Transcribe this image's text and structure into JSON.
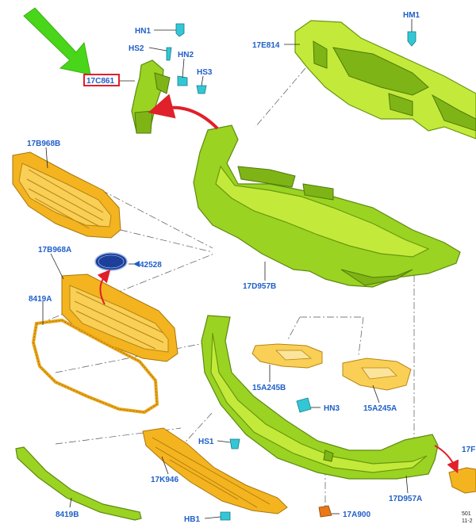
{
  "labels": {
    "hn1": "HN1",
    "hs2": "HS2",
    "hn2": "HN2",
    "hs3": "HS3",
    "hm1": "HM1",
    "p17e814": "17E814",
    "p17c861": "17C861",
    "p17b968b": "17B968B",
    "p17b968a": "17B968A",
    "p42528": "42528",
    "p8419a": "8419A",
    "p17d957b": "17D957B",
    "p15a245b": "15A245B",
    "p15a245a": "15A245A",
    "hn3": "HN3",
    "hs1": "HS1",
    "p17k946": "17K946",
    "p8419b": "8419B",
    "hb1": "HB1",
    "p17a900": "17A900",
    "p17d957a": "17D957A",
    "p17f": "17F",
    "corner1": "501",
    "corner2": "11-2"
  },
  "colors": {
    "label_blue": "#1f5fc8",
    "highlight_box": "#e0202a",
    "pointer_arrow": "#49d61a",
    "action_arrow": "#e0202a",
    "part_green": "#9ad322",
    "part_yellow": "#f4b41f",
    "fastener_cyan": "#33c7d6",
    "emblem_blue": "#1b3f9a"
  },
  "icons": {
    "pointer": "green-arrow-icon",
    "emblem": "ford-oval-emblem"
  }
}
